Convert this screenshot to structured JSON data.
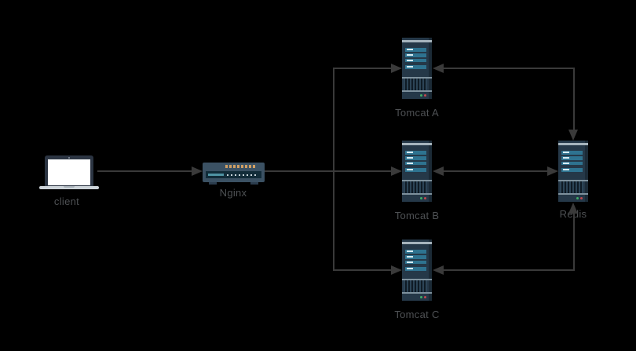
{
  "diagram": {
    "background_color": "#000000",
    "line_color": "#3a3a3a",
    "label_color": "#4e5154",
    "nodes": [
      {
        "id": "client",
        "label": "client",
        "icon": "laptop-icon"
      },
      {
        "id": "nginx",
        "label": "Nginx",
        "icon": "router-icon"
      },
      {
        "id": "tomcat-a",
        "label": "Tomcat A",
        "icon": "server-icon"
      },
      {
        "id": "tomcat-b",
        "label": "Tomcat B",
        "icon": "server-icon"
      },
      {
        "id": "tomcat-c",
        "label": "Tomcat C",
        "icon": "server-icon"
      },
      {
        "id": "redis",
        "label": "Redis",
        "icon": "server-icon"
      }
    ],
    "edges": [
      {
        "from": "client",
        "to": "nginx",
        "direction": "one-way"
      },
      {
        "from": "nginx",
        "to": "tomcat-a",
        "direction": "one-way"
      },
      {
        "from": "nginx",
        "to": "tomcat-b",
        "direction": "one-way"
      },
      {
        "from": "nginx",
        "to": "tomcat-c",
        "direction": "one-way"
      },
      {
        "from": "tomcat-a",
        "to": "redis",
        "direction": "two-way"
      },
      {
        "from": "tomcat-b",
        "to": "redis",
        "direction": "two-way"
      },
      {
        "from": "tomcat-c",
        "to": "redis",
        "direction": "two-way"
      }
    ],
    "icon_colors": {
      "server_body": "#253848",
      "server_bar": "#2e7390",
      "server_cap": "#a6b4bd",
      "led_green": "#3fae68",
      "led_red": "#c04a50",
      "router_body": "#3b5163",
      "router_led": "#cf9e63",
      "laptop_frame": "#2b3442",
      "laptop_screen": "#ffffff",
      "laptop_base": "#ccd3d8"
    }
  }
}
